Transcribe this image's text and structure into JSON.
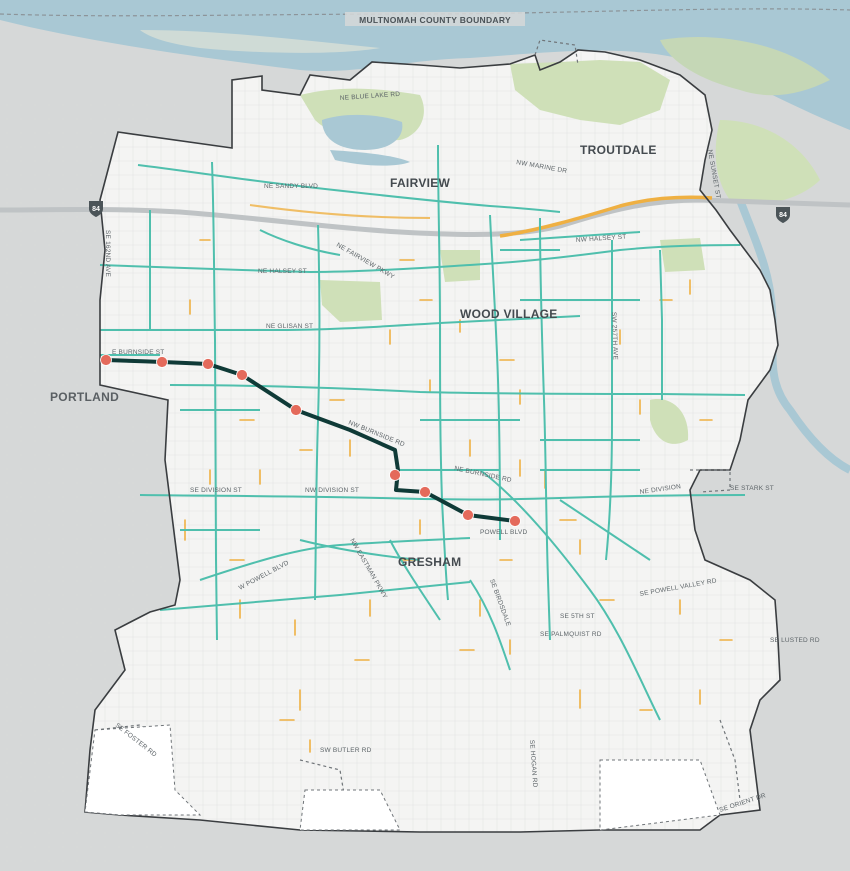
{
  "boundary_label": "MULTNOMAH COUNTY BOUNDARY",
  "cities": {
    "troutdale": "TROUTDALE",
    "fairview": "FAIRVIEW",
    "wood_village": "WOOD VILLAGE",
    "portland": "PORTLAND",
    "gresham": "GRESHAM"
  },
  "highway_shields": [
    "84",
    "84"
  ],
  "streets": {
    "ne_sandy": "NE SANDY BLVD",
    "ne_marine": "NW MARINE DR",
    "nw_halsey": "NW HALSEY ST",
    "ne_halsey": "NE HALSEY ST",
    "ne_glisan": "NE GLISAN ST",
    "e_burnside": "E BURNSIDE ST",
    "nw_burnside": "NW BURNSIDE RD",
    "se_burnside": "NE BURNSIDE RD",
    "se_division": "SE DIVISION ST",
    "nw_division": "NW DIVISION ST",
    "ne_division": "NE DIVISION",
    "powell": "POWELL BLVD",
    "w_powell": "W POWELL BLVD",
    "se_powell_valley": "SE POWELL VALLEY RD",
    "palmquist": "SE PALMQUIST RD",
    "butler": "SW BUTLER RD",
    "foster": "SE FOSTER RD",
    "orient": "SE ORIENT DR",
    "lusted": "SE LUSTED RD",
    "stark": "SE STARK ST",
    "eastman": "NW EASTMAN PKWY",
    "hogan": "SE HOGAN RD",
    "birdsdale": "SE BIRDSDALE",
    "kane": "SW 257TH AVE",
    "fairview_pkwy": "NE FAIRVIEW PKWY",
    "blue_lake": "NE BLUE LAKE RD",
    "cleveland": "SE 5TH ST",
    "plateau": "SE 162ND AVE",
    "historic_columbia": "NE SUNSET ST"
  },
  "colors": {
    "water": "#a9c8d4",
    "land_outside": "#d6d8d8",
    "land_inside": "#f4f4f3",
    "park": "#cfe0b8",
    "boundary": "#3a3d40",
    "teal_route": "#4fbfad",
    "orange_route": "#efb042",
    "highlight_route": "#0f3a37",
    "stop": "#e46a5b"
  }
}
